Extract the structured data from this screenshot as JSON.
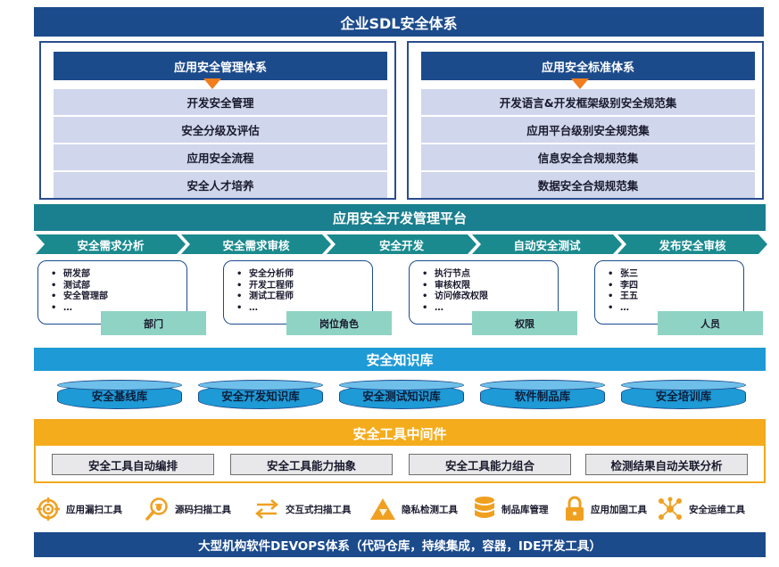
{
  "title": "企业SDL安全体系",
  "management": {
    "header": "应用安全管理体系",
    "items": [
      "开发安全管理",
      "安全分级及评估",
      "应用安全流程",
      "安全人才培养"
    ]
  },
  "standards": {
    "header": "应用安全标准体系",
    "items": [
      "开发语言&开发框架级别安全规范集",
      "应用平台级别安全规范集",
      "信息安全合规规范集",
      "数据安全合规规范集"
    ]
  },
  "platform": "应用安全开发管理平台",
  "stages": [
    "安全需求分析",
    "安全需求审核",
    "安全开发",
    "自动安全测试",
    "发布安全审核"
  ],
  "cards": [
    {
      "items": [
        "研发部",
        "测试部",
        "安全管理部",
        "…"
      ],
      "tag": "部门"
    },
    {
      "items": [
        "安全分析师",
        "开发工程师",
        "测试工程师",
        "…"
      ],
      "tag": "岗位角色"
    },
    {
      "items": [
        "执行节点",
        "审核权限",
        "访问修改权限",
        "…"
      ],
      "tag": "权限"
    },
    {
      "items": [
        "张三",
        "李四",
        "王五",
        "…"
      ],
      "tag": "人员"
    }
  ],
  "knowledge": {
    "title": "安全知识库",
    "libraries": [
      "安全基线库",
      "安全开发知识库",
      "安全测试知识库",
      "软件制品库",
      "安全培训库"
    ]
  },
  "middleware": {
    "title": "安全工具中间件",
    "items": [
      "安全工具自动编排",
      "安全工具能力抽象",
      "安全工具能力组合",
      "检测结果自动关联分析"
    ]
  },
  "tools": [
    {
      "label": "应用漏扫工具",
      "icon": "target-icon"
    },
    {
      "label": "源码扫描工具",
      "icon": "magnifier-bug-icon"
    },
    {
      "label": "交互式扫描工具",
      "icon": "swap-arrows-icon"
    },
    {
      "label": "隐私检测工具",
      "icon": "warning-triangle-icon"
    },
    {
      "label": "制品库管理",
      "icon": "database-icon"
    },
    {
      "label": "应用加固工具",
      "icon": "lock-icon"
    },
    {
      "label": "安全运维工具",
      "icon": "network-icon"
    }
  ],
  "bottom": "大型机构软件DEVOPS体系（代码仓库，持续集成，容器，IDE开发工具）",
  "colors": {
    "navy": "#1c4b8c",
    "teal": "#1a7f8e",
    "blue": "#1e9ad6",
    "orange": "#f5ac1c",
    "icon": "#f0a020"
  }
}
